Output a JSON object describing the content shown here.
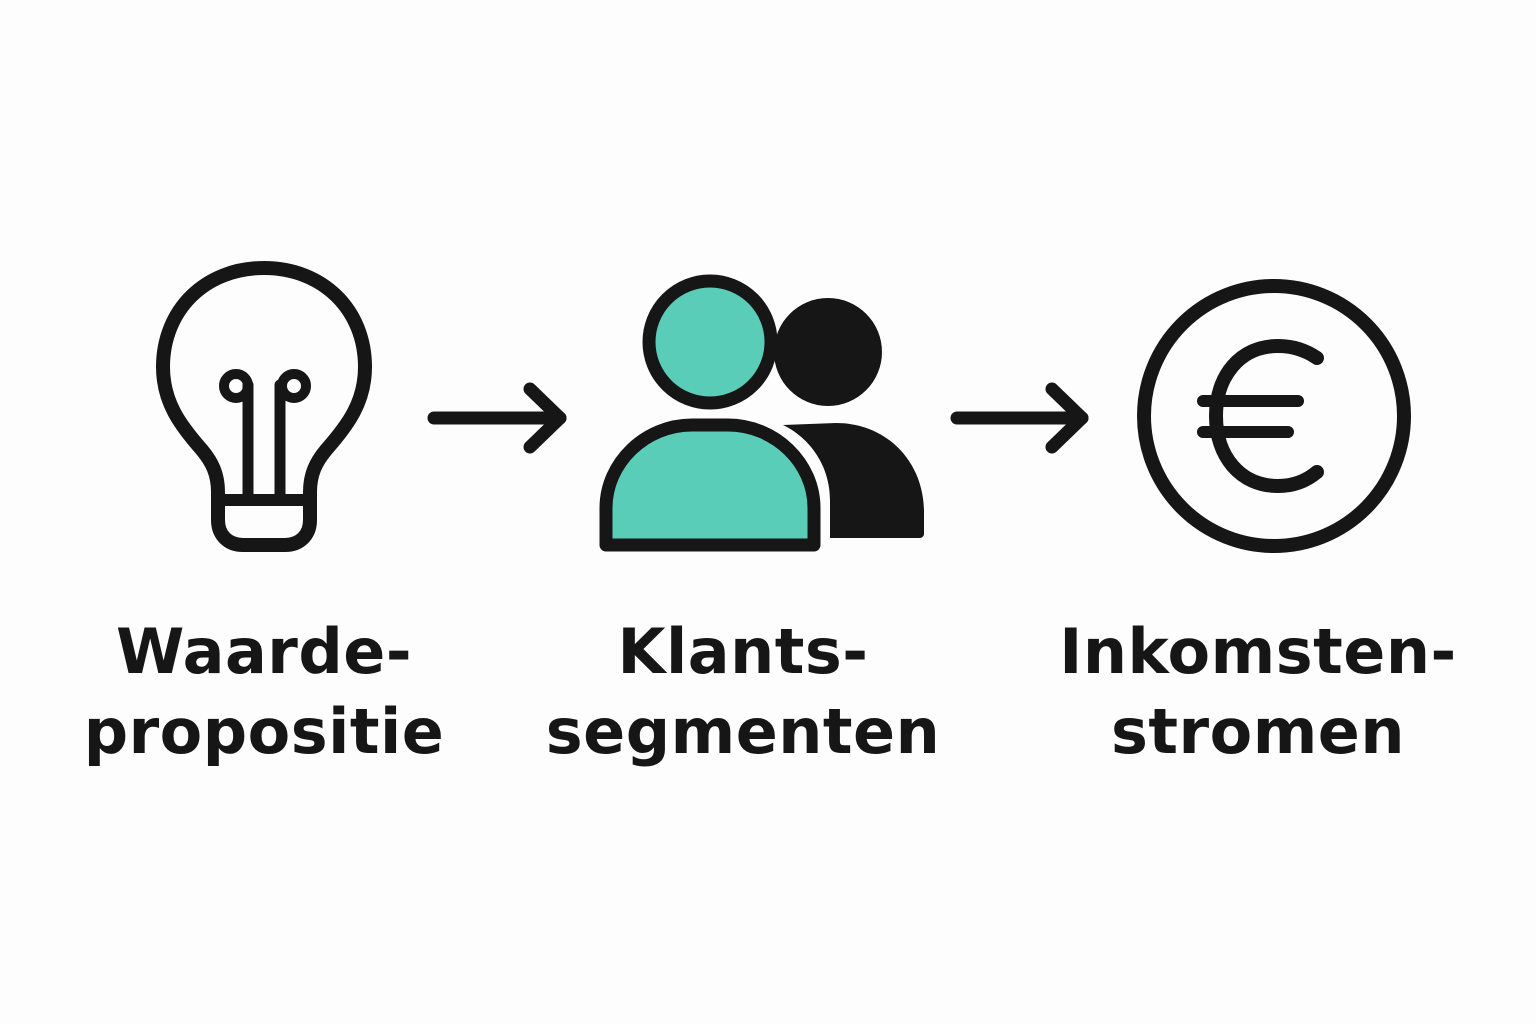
{
  "colors": {
    "ink": "#161616",
    "accent": "#59cdb8",
    "background": "#fdfdfd"
  },
  "steps": [
    {
      "icon": "lightbulb-icon",
      "label_line1": "Waarde-",
      "label_line2": "propositie"
    },
    {
      "icon": "users-icon",
      "label_line1": "Klants-",
      "label_line2": "segmenten"
    },
    {
      "icon": "euro-coin-icon",
      "label_line1": "Inkomsten-",
      "label_line2": "stromen"
    }
  ]
}
